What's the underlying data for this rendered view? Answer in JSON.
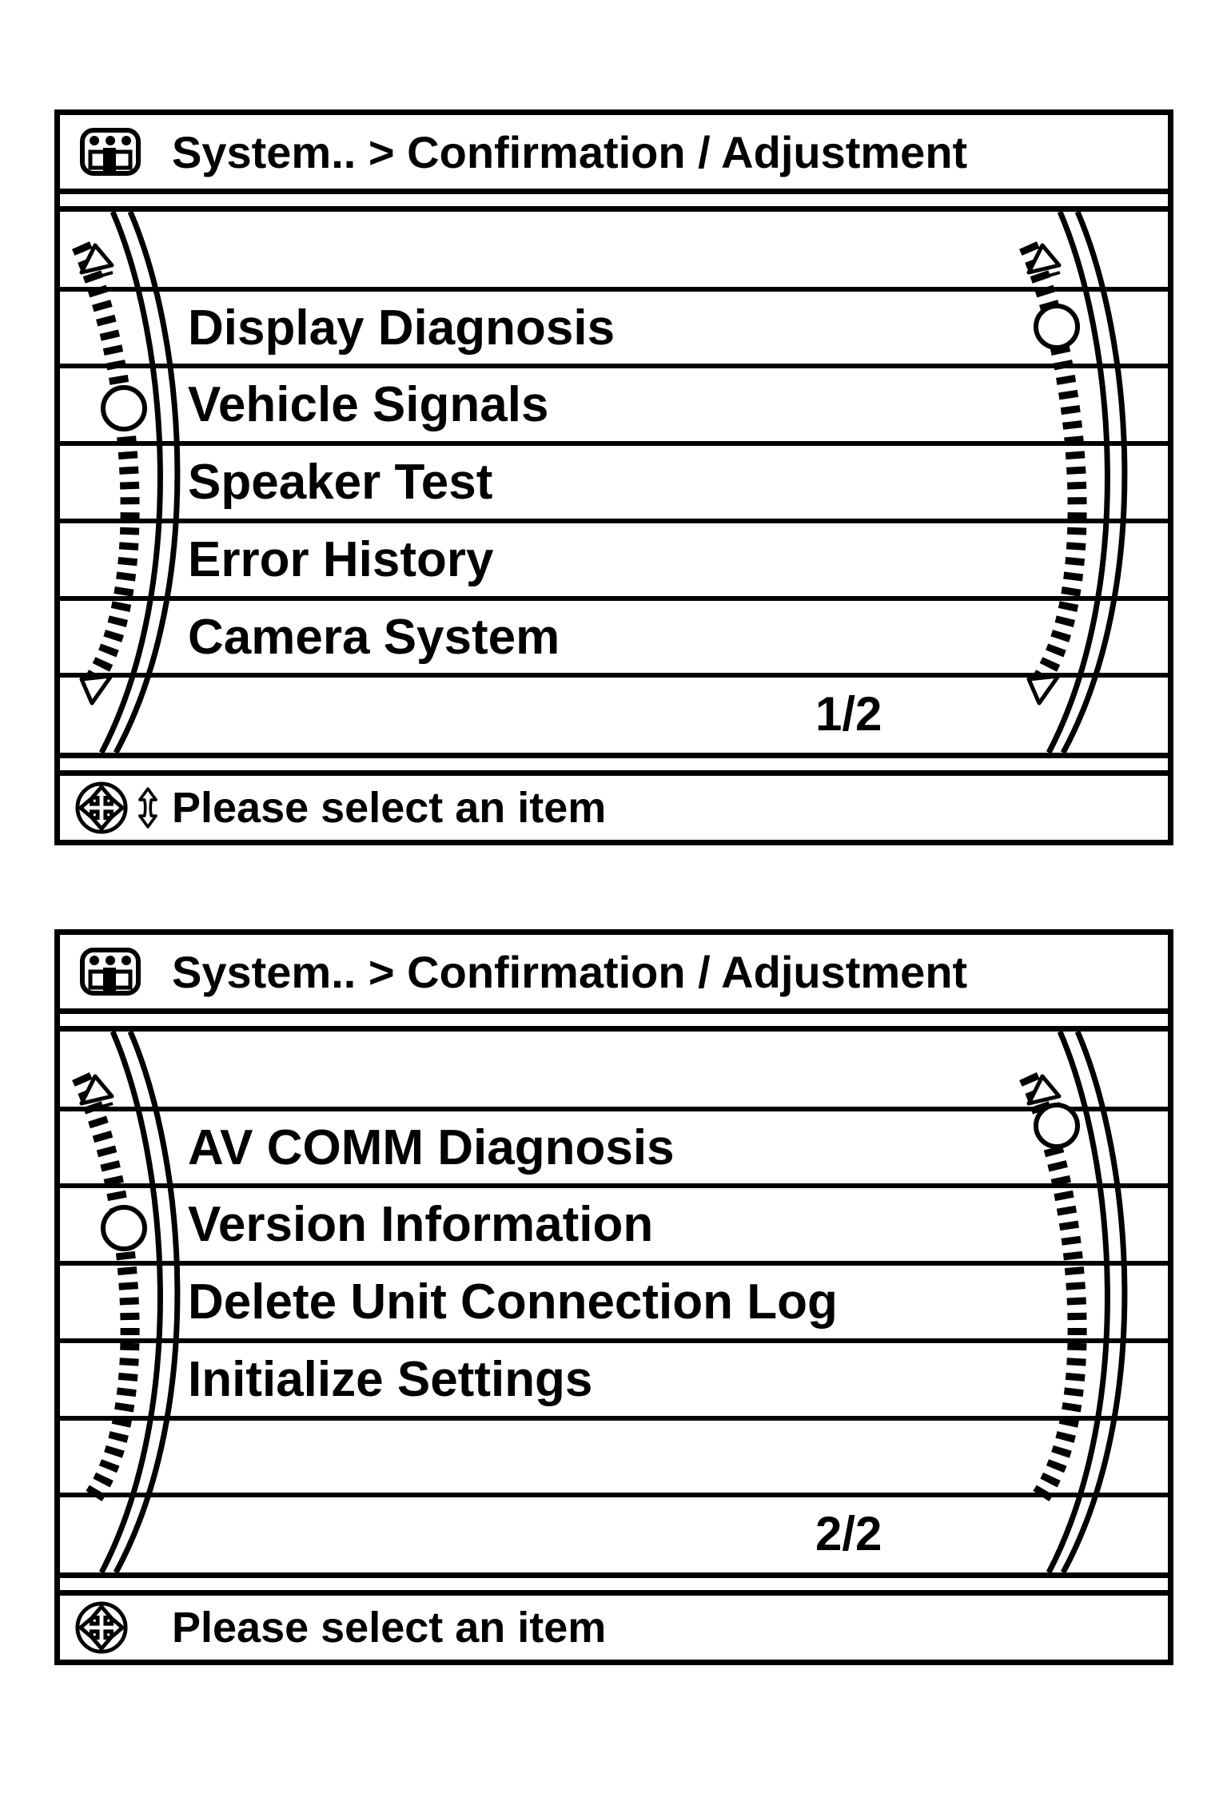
{
  "colors": {
    "ink": "#000000",
    "background": "#ffffff"
  },
  "panels": [
    {
      "title": "System.. > Confirmation / Adjustment",
      "title_icon": "settings-slider-icon",
      "items": [
        "Display Diagnosis",
        "Vehicle Signals",
        "Speaker Test",
        "Error History",
        "Camera System"
      ],
      "page_indicator": "1/2",
      "status": {
        "text": "Please select an item",
        "icons": [
          "dpad-icon",
          "updown-arrow-icon"
        ]
      },
      "scroll": {
        "up_arrow": true,
        "down_arrow": true,
        "left_knob_row": "Vehicle Signals",
        "right_knob_row": "Display Diagnosis"
      }
    },
    {
      "title": "System.. > Confirmation / Adjustment",
      "title_icon": "settings-slider-icon",
      "items": [
        "AV COMM Diagnosis",
        "Version Information",
        "Delete Unit Connection Log",
        "Initialize Settings"
      ],
      "page_indicator": "2/2",
      "status": {
        "text": "Please select an item",
        "icons": [
          "dpad-icon"
        ]
      },
      "scroll": {
        "up_arrow": true,
        "down_arrow": false,
        "left_knob_row": "Version Information",
        "right_knob_row": "AV COMM Diagnosis"
      }
    }
  ]
}
